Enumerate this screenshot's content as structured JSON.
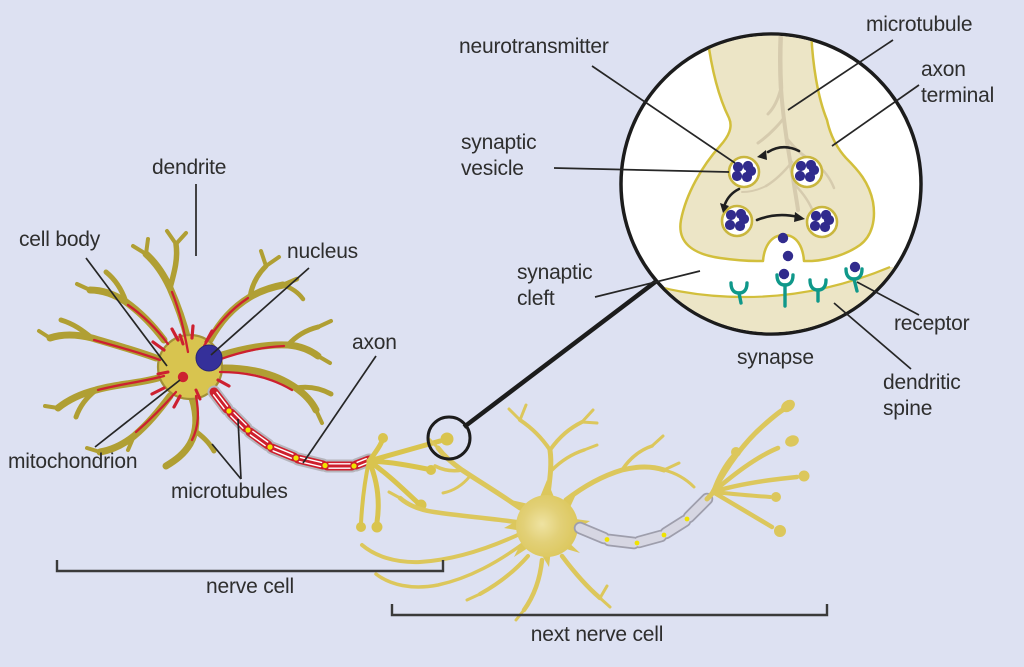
{
  "labels": {
    "dendrite": "dendrite",
    "cell_body": "cell body",
    "nucleus": "nucleus",
    "axon": "axon",
    "mitochondrion": "mitochondrion",
    "microtubules": "microtubules",
    "nerve_cell": "nerve cell",
    "next_nerve_cell": "next nerve cell",
    "neurotransmitter": "neurotransmitter",
    "synaptic_vesicle": "synaptic\nvesicle",
    "synaptic_cleft": "synaptic\ncleft",
    "synapse": "synapse",
    "microtubule": "microtubule",
    "axon_terminal": "axon\nterminal",
    "receptor": "receptor",
    "dendritic_spine": "dendritic\nspine"
  },
  "colors": {
    "background": "#dde1f2",
    "text": "#2e2e2e",
    "leader_line": "#262626",
    "outline_black": "#1c1c1c",
    "cell1_dendrite_olive": "#b09f33",
    "cell1_body_gold": "#d8c44f",
    "cell1_body_border": "#a29136",
    "nucleus_navy": "#35309a",
    "microtubule_red": "#cd2030",
    "myelin_gray_cell1": "#b5b5bc",
    "node_yellow": "#f0e300",
    "cell2_gold": "#dcc75c",
    "cell2_highlight": "#efe3a2",
    "cell2_myelin_fill": "#d6d6e2",
    "cell2_myelin_border": "#9e9eac",
    "inset_terminal_beige": "#ece5c6",
    "inset_terminal_border": "#d2bf3c",
    "inset_tree_faint": "#d6cbae",
    "vesicle_ring_gold": "#c9b63e",
    "neurotransmitter_navy": "#312b8d",
    "receptor_teal": "#0f988a",
    "bracket": "#3a3a3a"
  }
}
